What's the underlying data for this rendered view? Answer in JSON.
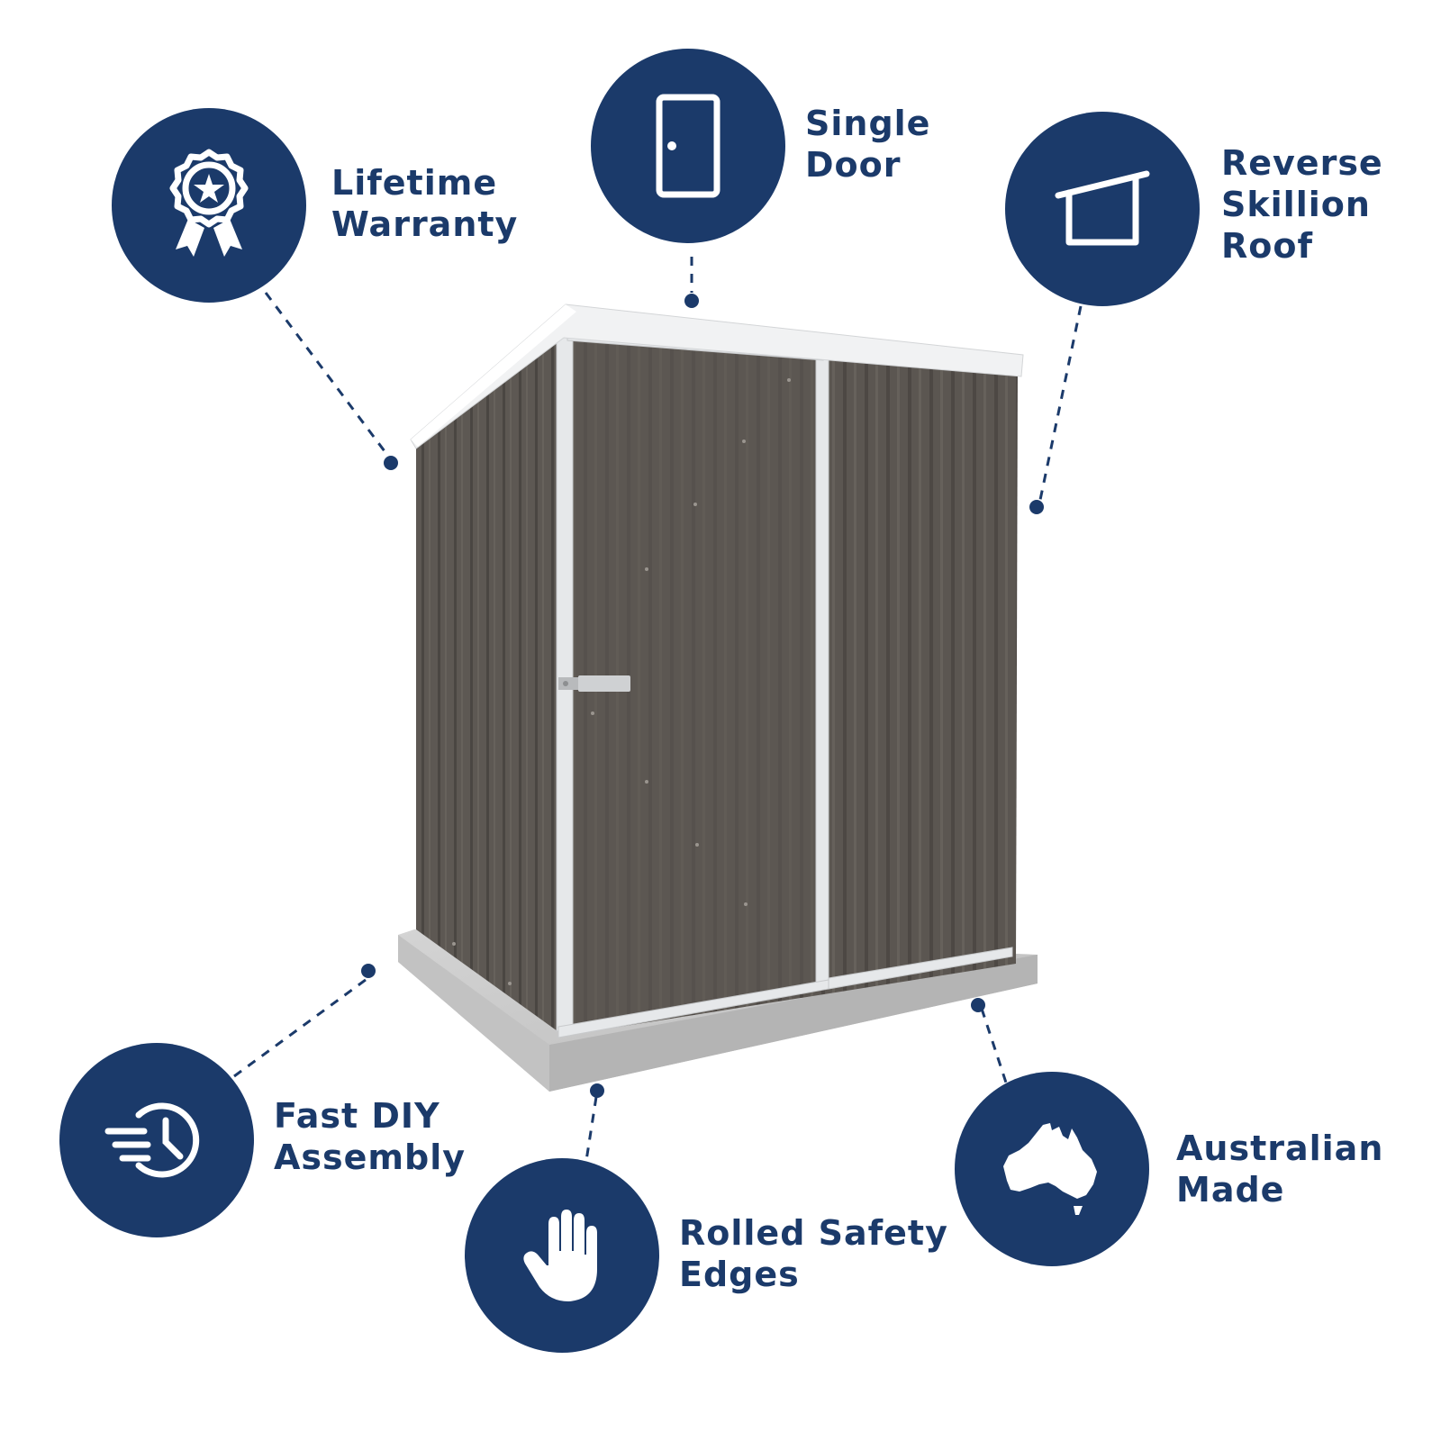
{
  "colors": {
    "brand_navy": "#1b3a6a",
    "shed_wall": "#5a5550",
    "shed_trim": "#e8eaec",
    "concrete_base": "#c9c9c9",
    "background": "#ffffff"
  },
  "product": {
    "name": "garden-shed",
    "icon": "shed-illustration"
  },
  "features": {
    "warranty": {
      "line1": "Lifetime",
      "line2": "Warranty",
      "icon": "award-ribbon-icon"
    },
    "door": {
      "line1": "Single",
      "line2": "Door",
      "icon": "door-icon"
    },
    "roof": {
      "line1": "Reverse",
      "line2": "Skillion",
      "line3": "Roof",
      "icon": "skillion-roof-icon"
    },
    "assembly": {
      "line1": "Fast DIY",
      "line2": "Assembly",
      "icon": "clock-speed-icon"
    },
    "edges": {
      "line1": "Rolled Safety",
      "line2": "Edges",
      "icon": "hand-icon"
    },
    "made": {
      "line1": "Australian",
      "line2": "Made",
      "icon": "australia-map-icon"
    }
  }
}
